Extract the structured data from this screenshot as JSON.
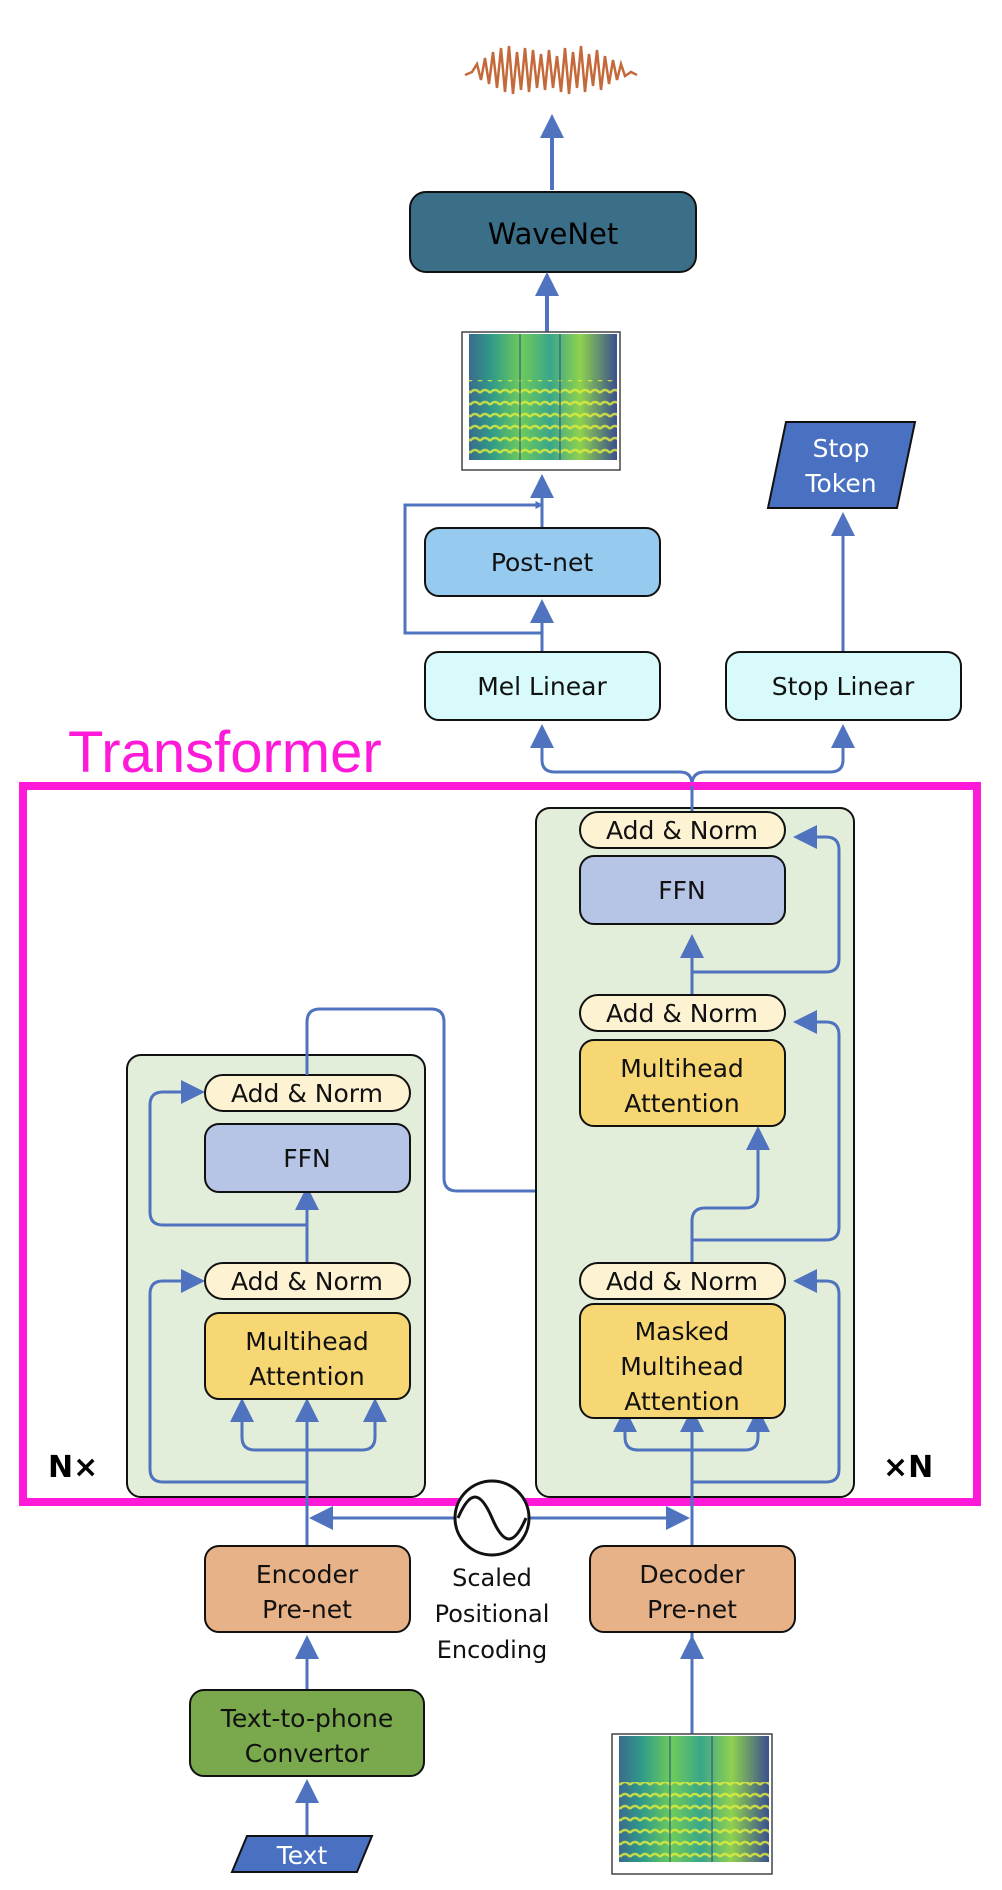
{
  "title": "Transformer",
  "encoder_repeat": "N×",
  "decoder_repeat": "×N",
  "blocks": {
    "wavenet": "WaveNet",
    "postnet": "Post-net",
    "mel_linear": "Mel Linear",
    "stop_linear": "Stop Linear",
    "stop_token": [
      "Stop",
      "Token"
    ],
    "enc_add_norm_top": "Add & Norm",
    "enc_ffn": "FFN",
    "enc_add_norm_bottom": "Add & Norm",
    "enc_mha": [
      "Multihead",
      "Attention"
    ],
    "dec_add_norm_top": "Add & Norm",
    "dec_ffn": "FFN",
    "dec_add_norm_mid": "Add & Norm",
    "dec_mha": [
      "Multihead",
      "Attention"
    ],
    "dec_add_norm_bottom": "Add & Norm",
    "dec_masked_mha": [
      "Masked",
      "Multihead",
      "Attention"
    ],
    "encoder_prenet": [
      "Encoder",
      "Pre-net"
    ],
    "decoder_prenet": [
      "Decoder",
      "Pre-net"
    ],
    "positional_encoding": [
      "Scaled",
      "Positional",
      "Encoding"
    ],
    "text_to_phone": [
      "Text-to-phone",
      "Convertor"
    ],
    "text_input": "Text"
  },
  "colors": {
    "frame": "#ff1ad9",
    "arrow": "#4f73bf",
    "stack_bg": "#e2eed9",
    "add_norm": "#fdf3d3",
    "ffn": "#b6c4e6",
    "attention": "#f7d774",
    "linear": "#d8fafa",
    "postnet": "#96cbef",
    "prenet": "#e8b288",
    "text_to_phone": "#79a94c",
    "wavenet": "#3b6e87",
    "input_shape": "#4a70c2"
  },
  "icons": [
    "waveform-icon",
    "mel-spectrogram-icon",
    "sine-wave-icon"
  ]
}
